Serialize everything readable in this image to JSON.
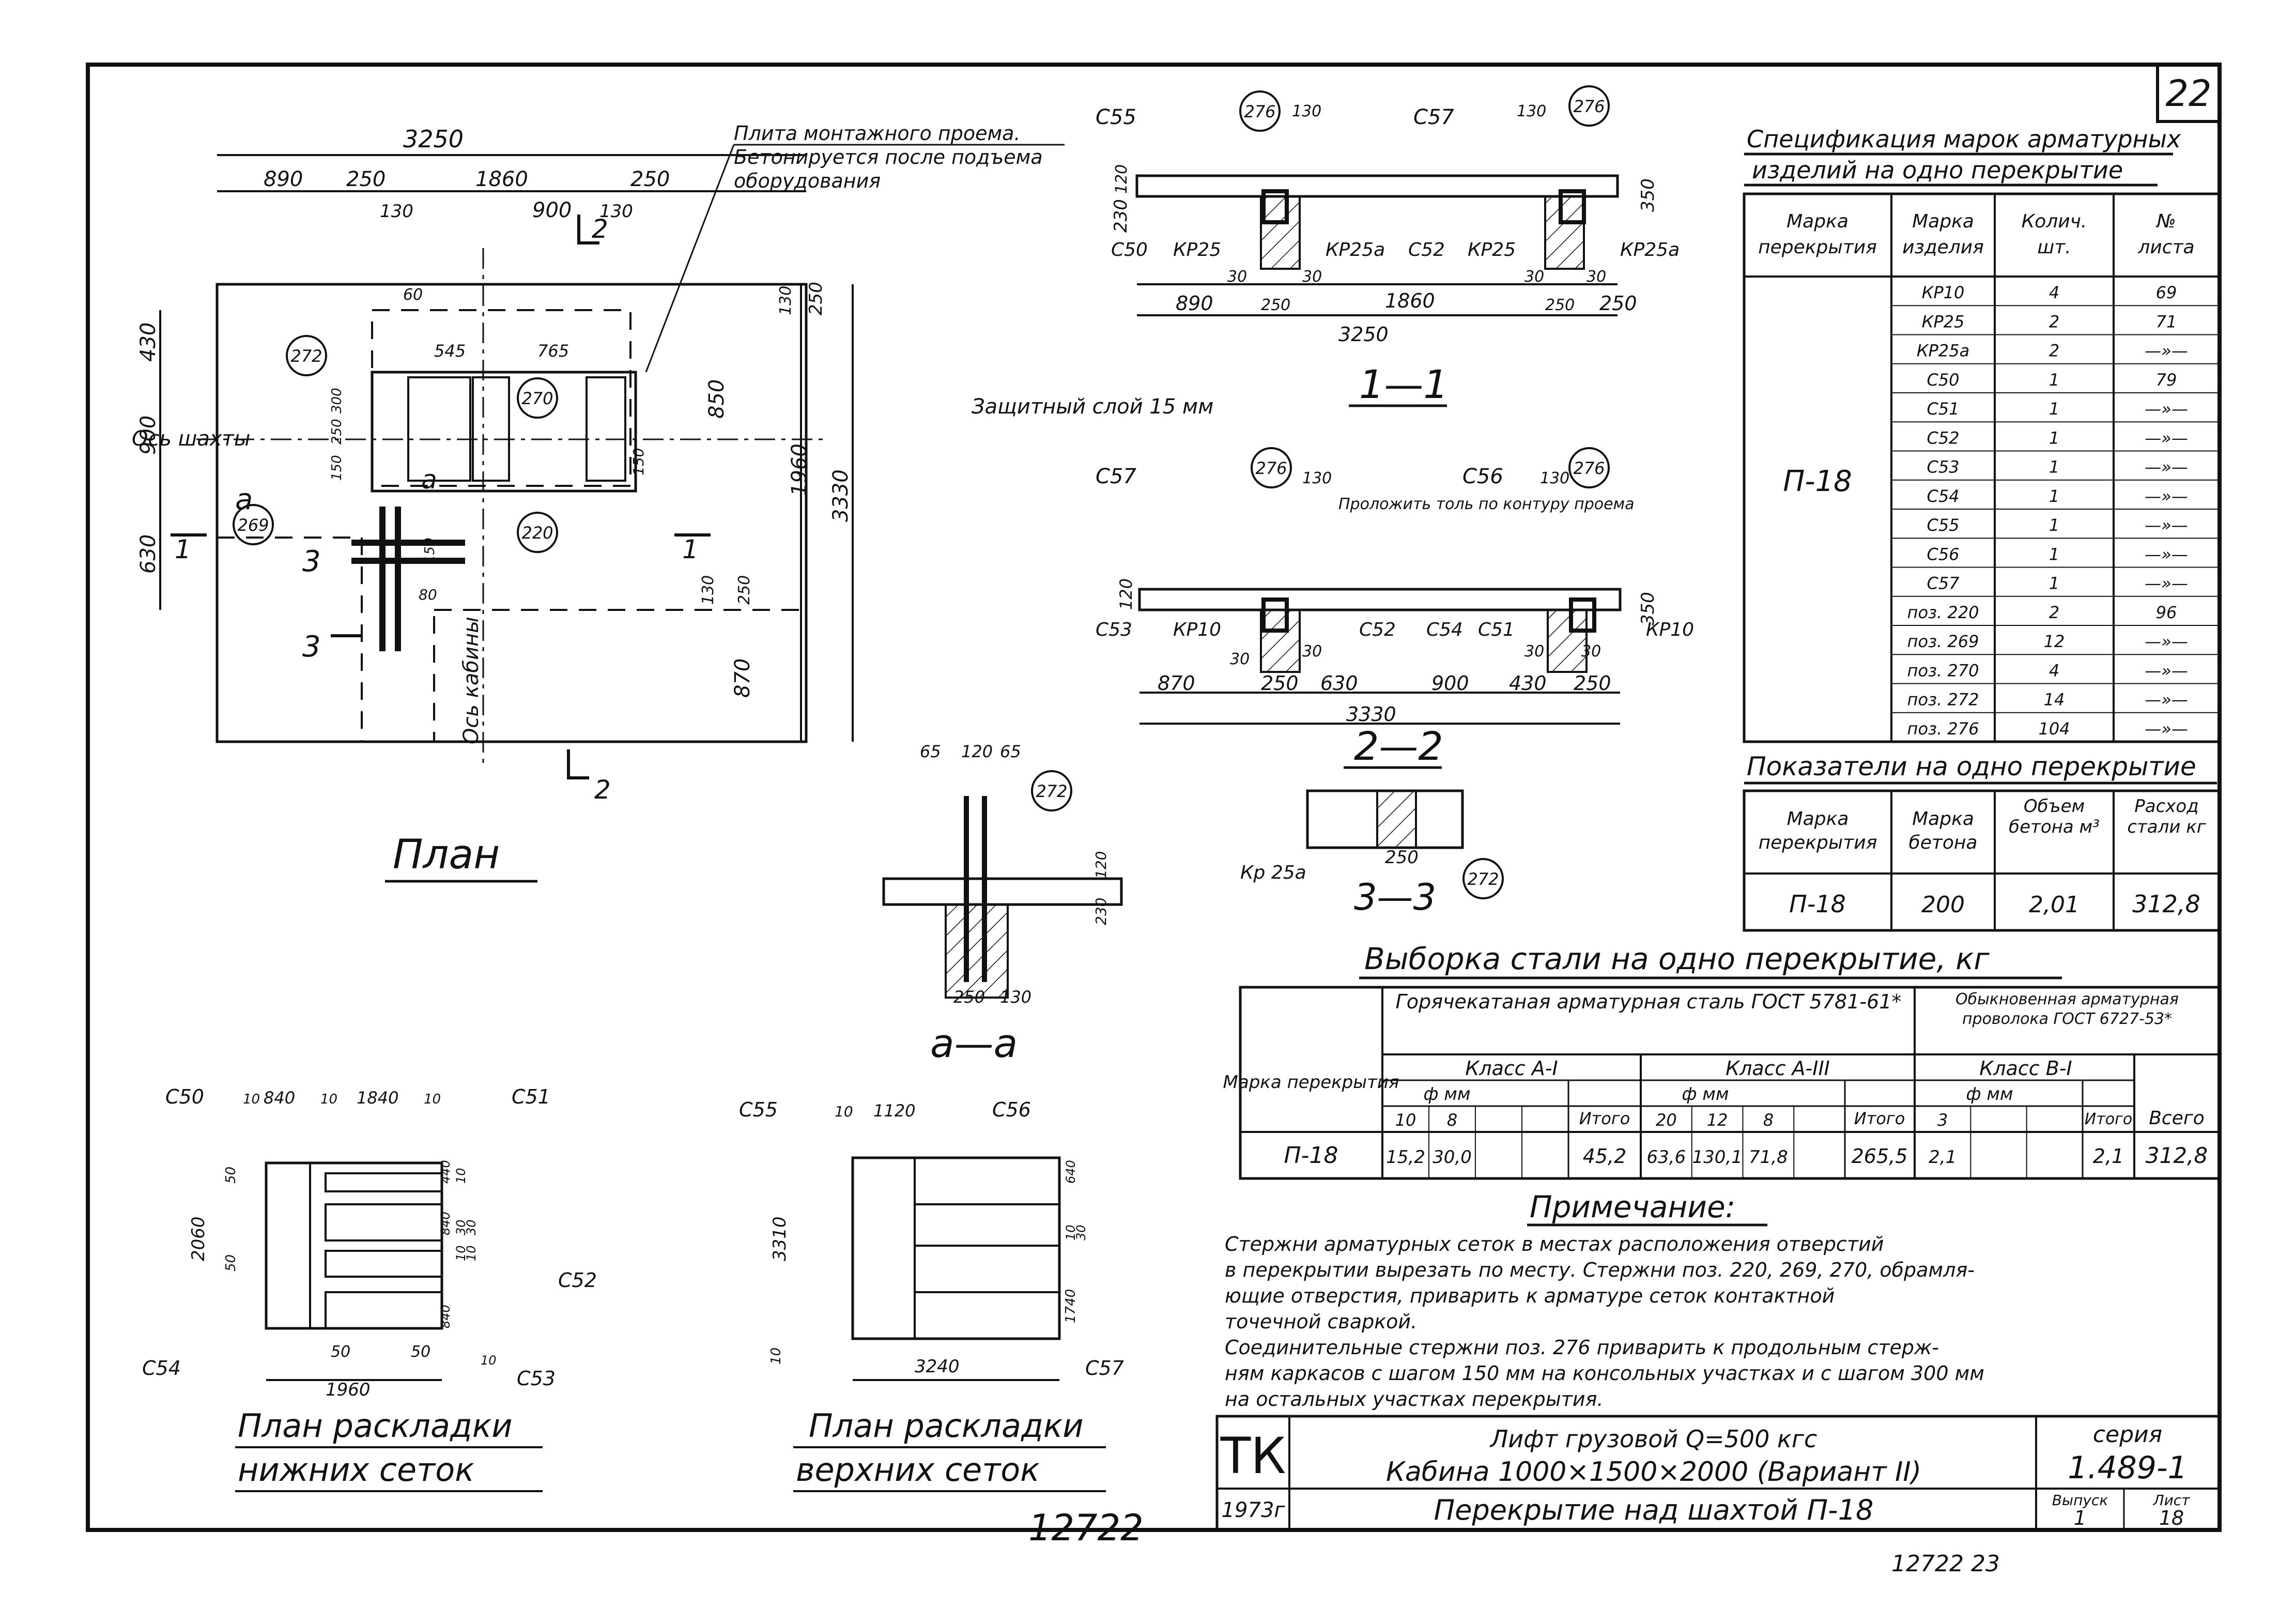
{
  "sheet": {
    "number": "22",
    "stamp_org": "ТК",
    "title_line1": "Лифт  грузовой  Q=500 кгс",
    "title_line2": "Кабина 1000×1500×2000 (Вариант II)",
    "drawing_title": "Перекрытие над шахтой П-18",
    "year": "1973г",
    "series_label": "серия",
    "series": "1.489-1",
    "vypusk_label": "Выпуск",
    "vypusk": "1",
    "list_label": "Лист",
    "list": "18",
    "inventory_number": "12722",
    "footer_number": "12722  23"
  },
  "plan": {
    "title": "План",
    "dims_top": [
      "3250",
      "890",
      "250",
      "1860",
      "250",
      "130",
      "900",
      "130"
    ],
    "dims_left": [
      "430",
      "900",
      "630"
    ],
    "dims_right": [
      "250",
      "130",
      "850",
      "1960",
      "3330",
      "130",
      "250",
      "870"
    ],
    "inner_dims": [
      "60",
      "545",
      "765",
      "300",
      "250",
      "150",
      "150",
      "80",
      "150"
    ],
    "axis_shaft": "Ось шахты",
    "axis_cabin": "Ось кабины",
    "section_marks": [
      "2",
      "2",
      "1",
      "1",
      "3",
      "3",
      "a",
      "a"
    ],
    "callouts": [
      "272",
      "270",
      "269",
      "220"
    ],
    "note": "Плита монтажного проема. Бетонируется после подъема оборудования"
  },
  "section_1": {
    "title": "1—1",
    "labels": [
      "С55",
      "С57",
      "С50",
      "КР25",
      "КР25а",
      "С52",
      "КР25",
      "КР25а"
    ],
    "callouts": [
      "276",
      "276"
    ],
    "dims": [
      "130",
      "130",
      "230",
      "120",
      "350",
      "30",
      "250",
      "30",
      "30",
      "250",
      "30",
      "890",
      "1860",
      "250",
      "3250"
    ]
  },
  "section_2": {
    "title": "2—2",
    "labels": [
      "С57",
      "С56",
      "С53",
      "КР10",
      "С52",
      "С54",
      "С51",
      "КР10"
    ],
    "note_top": "Защитный слой 15 мм",
    "note_mid": "Проложить толь по контуру проема",
    "callouts": [
      "276",
      "276"
    ],
    "dims": [
      "130",
      "130",
      "120",
      "350",
      "30",
      "30",
      "30",
      "30",
      "870",
      "250",
      "630",
      "900",
      "430",
      "250",
      "3330"
    ]
  },
  "section_3": {
    "title": "3—3",
    "labels": [
      "Кр 25а"
    ],
    "callouts": [
      "272"
    ],
    "dims": [
      "250"
    ]
  },
  "section_a": {
    "title": "а—а",
    "callouts": [
      "272"
    ],
    "dims": [
      "65",
      "120",
      "65",
      "120",
      "230",
      "250",
      "130"
    ]
  },
  "lower_mesh": {
    "title_line1": "План раскладки",
    "title_line2": "нижних сеток",
    "labels": [
      "С50",
      "С51",
      "С52",
      "С53",
      "С54"
    ],
    "dims": [
      "10",
      "840",
      "10",
      "1840",
      "10",
      "50",
      "2060",
      "50",
      "440",
      "10",
      "840",
      "30",
      "30",
      "10",
      "10",
      "840",
      "10",
      "50",
      "50",
      "1960"
    ]
  },
  "upper_mesh": {
    "title_line1": "План раскладки",
    "title_line2": "верхних сеток",
    "labels": [
      "С55",
      "С56",
      "С57"
    ],
    "dims": [
      "10",
      "1120",
      "640",
      "10",
      "30",
      "3310",
      "1740",
      "10",
      "3240"
    ]
  },
  "spec_table": {
    "title_line1": "Спецификация марок арматурных",
    "title_line2": "изделий на одно перекрытие",
    "headers": [
      "Марка перекрытия",
      "Марка изделия",
      "Колич. шт.",
      "№ листа"
    ],
    "mark": "П-18",
    "rows": [
      [
        "КР10",
        "4",
        "69"
      ],
      [
        "КР25",
        "2",
        "71"
      ],
      [
        "КР25а",
        "2",
        "—»—"
      ],
      [
        "С50",
        "1",
        "79"
      ],
      [
        "С51",
        "1",
        "—»—"
      ],
      [
        "С52",
        "1",
        "—»—"
      ],
      [
        "С53",
        "1",
        "—»—"
      ],
      [
        "С54",
        "1",
        "—»—"
      ],
      [
        "С55",
        "1",
        "—»—"
      ],
      [
        "С56",
        "1",
        "—»—"
      ],
      [
        "С57",
        "1",
        "—»—"
      ],
      [
        "поз. 220",
        "2",
        "96"
      ],
      [
        "поз. 269",
        "12",
        "—»—"
      ],
      [
        "поз. 270",
        "4",
        "—»—"
      ],
      [
        "поз. 272",
        "14",
        "—»—"
      ],
      [
        "поз. 276",
        "104",
        "—»—"
      ]
    ]
  },
  "indicators_table": {
    "title": "Показатели на одно перекрытие",
    "headers": [
      "Марка перекрытия",
      "Марка бетона",
      "Объем бетона м³",
      "Расход стали кг"
    ],
    "row": [
      "П-18",
      "200",
      "2,01",
      "312,8"
    ]
  },
  "steel_table": {
    "title": "Выборка стали на одно перекрытие, кг",
    "col_mark": "Марка перекрытия",
    "group1": "Горячекатаная арматурная сталь ГОСТ 5781-61*",
    "group2": "Обыкновенная арматурная проволока ГОСТ 6727-53*",
    "class1": "Класс А-I",
    "class2": "Класс А-III",
    "class3": "Класс В-I",
    "phi": "ф мм",
    "itogo": "Итого",
    "vsego": "Всего",
    "d1": [
      "10",
      "8",
      "",
      ""
    ],
    "d2": [
      "20",
      "12",
      "8",
      ""
    ],
    "d3": [
      "3",
      "",
      ""
    ],
    "row_mark": "П-18",
    "v1": [
      "15,2",
      "30,0",
      "",
      ""
    ],
    "itogo1": "45,2",
    "v2": [
      "63,6",
      "130,1",
      "71,8",
      ""
    ],
    "itogo2": "265,5",
    "v3": [
      "2,1",
      "",
      ""
    ],
    "itogo3": "2,1",
    "total": "312,8"
  },
  "notes": {
    "title": "Примечание:",
    "lines": [
      "Стержни арматурных сеток в местах расположения отверстий",
      "в перекрытии вырезать по месту. Стержни поз. 220, 269, 270, обрамля-",
      "ющие отверстия, приварить к арматуре сеток контактной",
      "точечной сваркой.",
      "Соединительные стержни поз. 276 приварить к продольным стерж-",
      "ням каркасов с шагом 150 мм на консольных участках и с шагом 300 мм",
      "на остальных участках перекрытия."
    ]
  },
  "colors": {
    "ink": "#111111",
    "paper": "#ffffff"
  }
}
